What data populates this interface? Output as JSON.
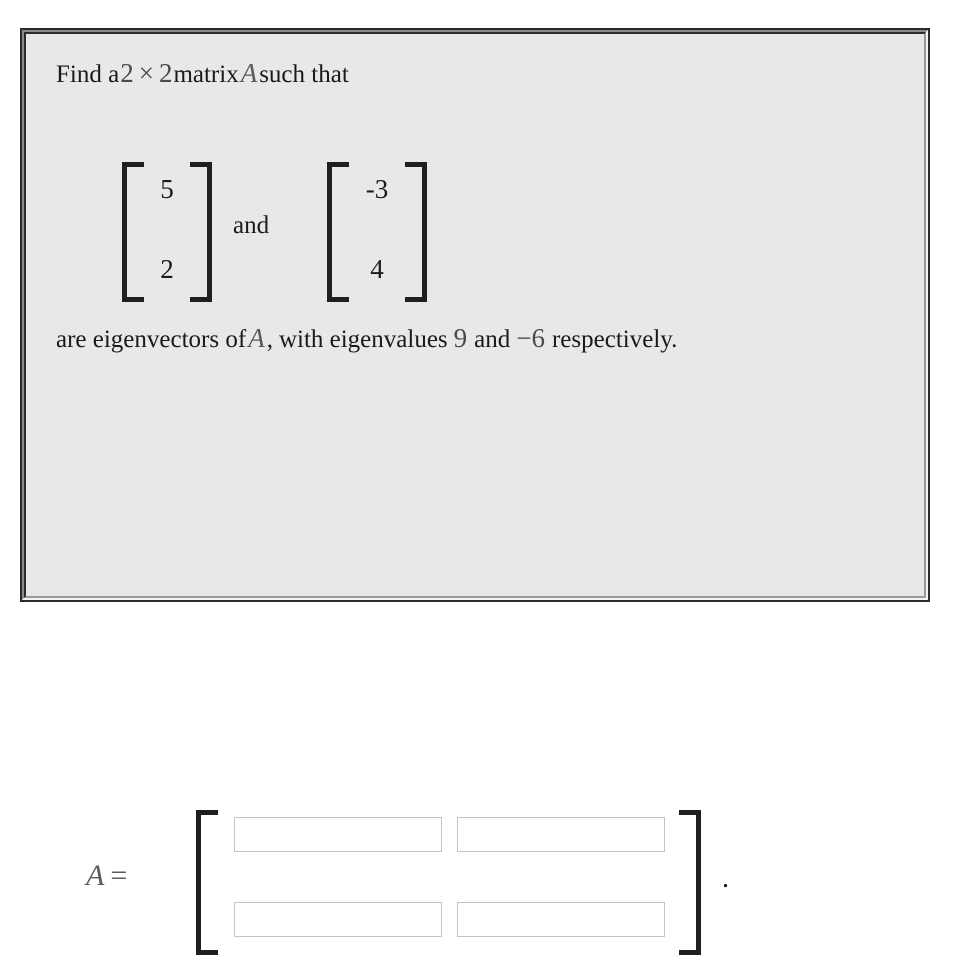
{
  "page": {
    "background_color": "#ffffff",
    "panel_background": "#e8e8e8",
    "text_color": "#1a1a1a",
    "math_color": "#4a4a4a"
  },
  "question": {
    "line1": {
      "before": "Find a",
      "dim_rows": "2",
      "times": "×",
      "dim_cols": "2",
      "middle": "matrix",
      "matrix_name": "A",
      "after": "such that"
    },
    "eigenvectors": [
      {
        "name": "eigenvector-1",
        "entries": [
          "5",
          "2"
        ]
      },
      {
        "name": "eigenvector-2",
        "entries": [
          "-3",
          "4"
        ]
      }
    ],
    "conjunction": "and",
    "line2": {
      "before": "are eigenvectors of",
      "matrix_name": "A",
      "comma": ",",
      "middle": "with eigenvalues",
      "eigenvalue1": "9",
      "joiner": "and",
      "eigenvalue2": "−6",
      "after": "respectively."
    }
  },
  "answer": {
    "label_variable": "A",
    "label_equals": "=",
    "trailing_punctuation": ".",
    "inputs": [
      {
        "name": "matrix-entry-a11",
        "value": "",
        "placeholder": ""
      },
      {
        "name": "matrix-entry-a12",
        "value": "",
        "placeholder": ""
      },
      {
        "name": "matrix-entry-a21",
        "value": "",
        "placeholder": ""
      },
      {
        "name": "matrix-entry-a22",
        "value": "",
        "placeholder": ""
      }
    ]
  }
}
